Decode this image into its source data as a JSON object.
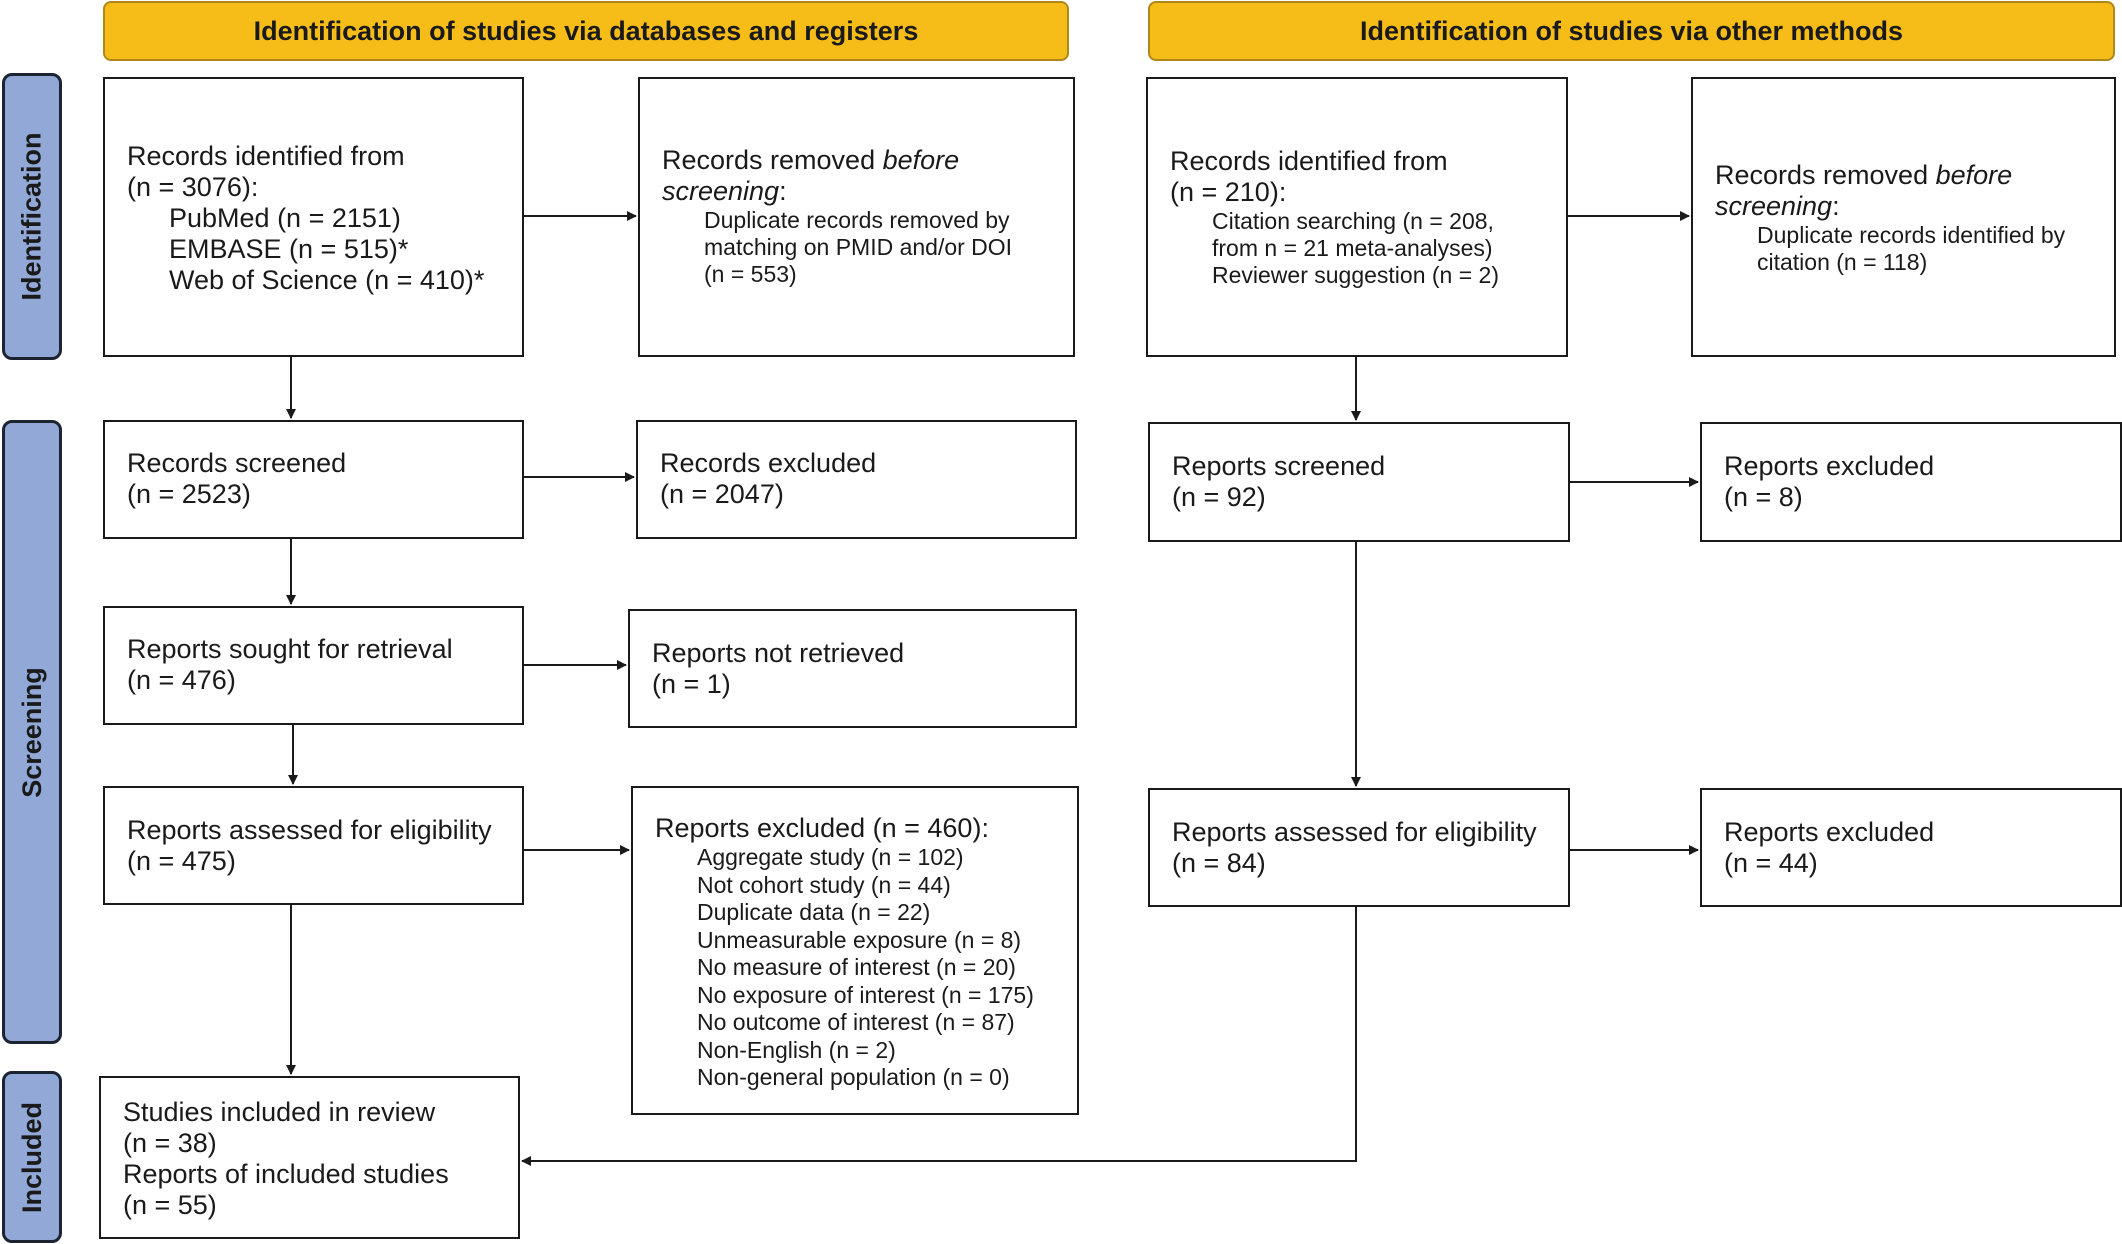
{
  "headers": {
    "databases": "Identification of studies via databases and registers",
    "other": "Identification of studies via other methods"
  },
  "stages": {
    "identification": "Identification",
    "screening": "Screening",
    "included": "Included"
  },
  "left": {
    "identified": {
      "title": "Records identified from",
      "n": "(n = 3076):",
      "sources": [
        "PubMed (n = 2151)",
        "EMBASE (n = 515)*",
        "Web of Science (n = 410)*"
      ]
    },
    "removed": {
      "title_a": "Records removed ",
      "title_b": "before",
      "title_c": "screening",
      "title_d": ":",
      "detail": [
        "Duplicate records removed by",
        "matching on PMID and/or DOI",
        "(n = 553)"
      ]
    },
    "screened": {
      "title": "Records screened",
      "n": "(n = 2523)"
    },
    "excluded": {
      "title": "Records excluded",
      "n": "(n = 2047)"
    },
    "sought": {
      "title": "Reports sought for retrieval",
      "n": "(n = 476)"
    },
    "not_retrieved": {
      "title": "Reports not retrieved",
      "n": "(n = 1)"
    },
    "assessed": {
      "title": "Reports assessed for eligibility",
      "n": "(n = 475)"
    },
    "reports_excluded": {
      "title": "Reports excluded (n = 460):",
      "reasons": [
        "Aggregate study (n = 102)",
        "Not cohort study (n = 44)",
        "Duplicate data (n = 22)",
        "Unmeasurable exposure (n = 8)",
        "No measure of interest (n = 20)",
        "No exposure of interest (n = 175)",
        "No outcome of interest (n = 87)",
        "Non-English (n = 2)",
        "Non-general population (n = 0)"
      ]
    },
    "included": {
      "studies_title": "Studies included in review",
      "studies_n": "(n = 38)",
      "reports_title": "Reports of included studies",
      "reports_n": "(n = 55)"
    }
  },
  "right": {
    "identified": {
      "title": "Records identified from",
      "n": "(n = 210):",
      "sources": [
        "Citation searching (n = 208,",
        "from n = 21 meta-analyses)",
        "Reviewer suggestion (n = 2)"
      ]
    },
    "removed": {
      "title_a": "Records removed ",
      "title_b": "before",
      "title_c": "screening",
      "title_d": ":",
      "detail": [
        "Duplicate records identified by",
        "citation (n = 118)"
      ]
    },
    "screened": {
      "title": "Reports screened",
      "n": "(n = 92)"
    },
    "excluded": {
      "title": "Reports excluded",
      "n": "(n = 8)"
    },
    "assessed": {
      "title": "Reports assessed for eligibility",
      "n": "(n = 84)"
    },
    "reports_excluded": {
      "title": "Reports excluded",
      "n": "(n = 44)"
    }
  },
  "colors": {
    "header_fill": "#f6bd19",
    "stage_fill": "#92a9d8",
    "line": "#1a1a1a"
  }
}
